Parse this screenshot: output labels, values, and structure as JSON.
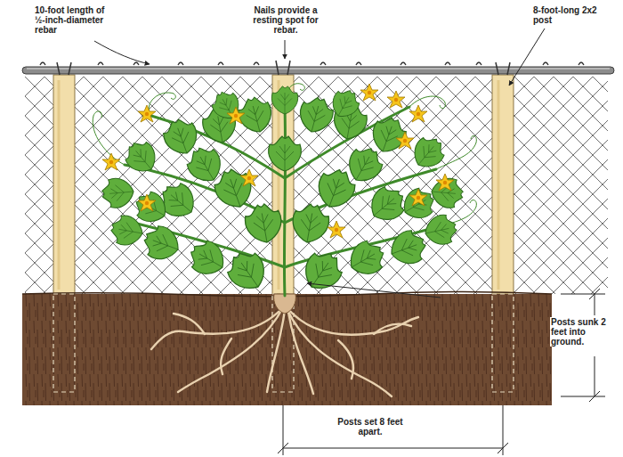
{
  "diagram": {
    "labels": [
      "10-foot length of ½-inch-diameter rebar",
      "Nails provide a resting spot for rebar.",
      "8-foot-long 2x2 post",
      "Posts sunk 2 feet into ground.",
      "Posts set 8 feet apart."
    ]
  }
}
